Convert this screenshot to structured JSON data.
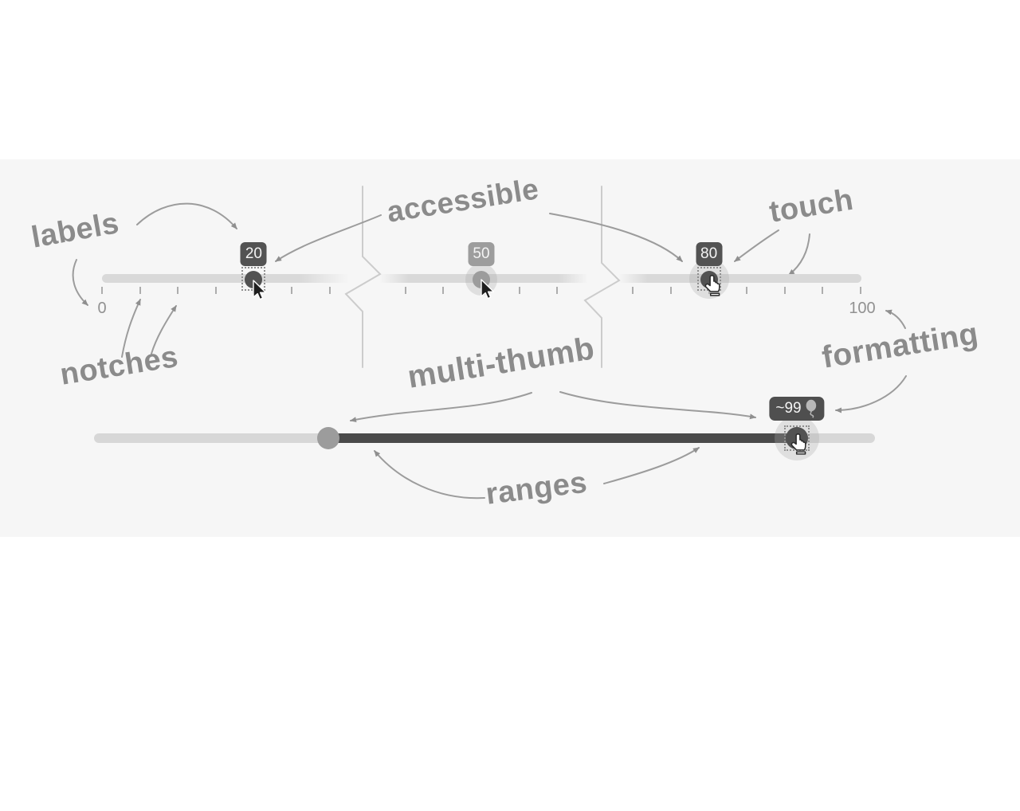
{
  "panel": {
    "background": "#f6f6f6"
  },
  "annotations": {
    "labels": "labels",
    "notches": "notches",
    "accessible": "accessible",
    "touch": "touch",
    "multi_thumb": "multi-thumb",
    "formatting": "formatting",
    "ranges": "ranges"
  },
  "pips_slider": {
    "min": 0,
    "max": 100,
    "pip_step": 5,
    "min_label": "0",
    "max_label": "100",
    "hidden_pip_values": [
      35,
      65
    ],
    "thumbs": [
      {
        "value": 20,
        "label": "20",
        "state": "focused",
        "cursor": "arrow-cursor"
      },
      {
        "value": 50,
        "label": "50",
        "state": "hover",
        "cursor": "arrow-cursor"
      },
      {
        "value": 80,
        "label": "80",
        "state": "touch",
        "cursor": "hand-cursor"
      }
    ]
  },
  "range_slider": {
    "start_percent": 30,
    "end_percent": 90,
    "end_tooltip_text": "~99",
    "end_tooltip_icon": "balloon-icon"
  },
  "colors": {
    "panel_bg": "#f6f6f6",
    "track": "#d9d9d9",
    "range_fill": "#4a4a4a",
    "thumb_dark": "#525252",
    "thumb_gray": "#9c9c9c",
    "tooltip_dark_bg": "#535353",
    "tooltip_gray_bg": "#9d9d9d",
    "annotation_ink": "#8b8b8b",
    "pip": "#adadad",
    "separator": "#cccccc"
  }
}
